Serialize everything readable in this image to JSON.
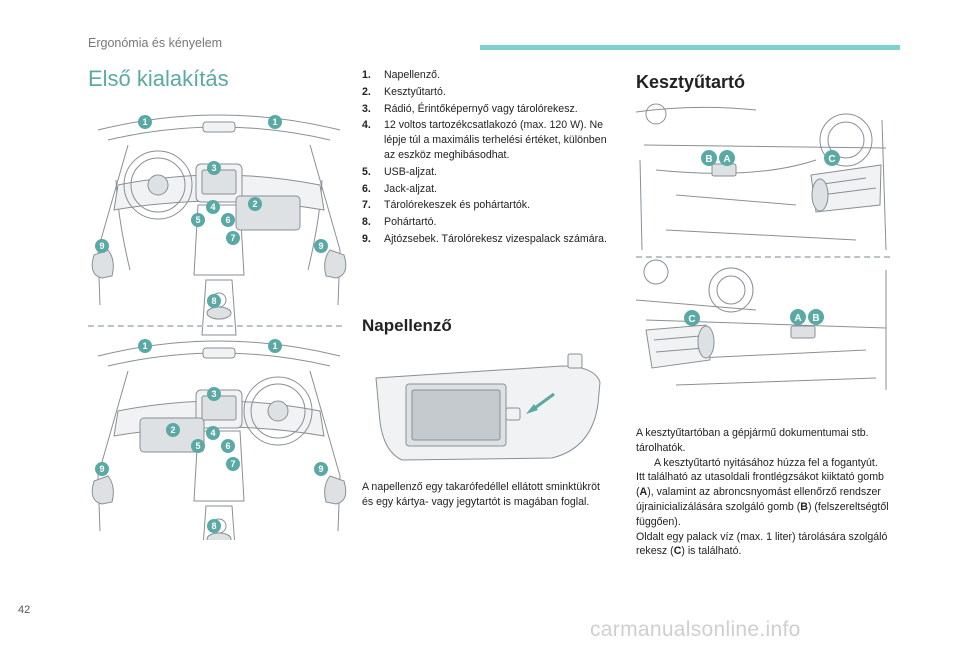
{
  "header": {
    "section_label": "Ergonómia és kényelem"
  },
  "page": {
    "number": "42",
    "watermark": "carmanualsonline.info"
  },
  "main_title": "Első kialakítás",
  "items": [
    {
      "num": "1.",
      "text": "Napellenző."
    },
    {
      "num": "2.",
      "text": "Kesztyűtartó."
    },
    {
      "num": "3.",
      "text": "Rádió, Érintőképernyő vagy tárolórekesz."
    },
    {
      "num": "4.",
      "text": "12 voltos tartozékcsatlakozó (max. 120 W). Ne lépje túl a maximális terhelési értéket, különben az eszköz meghibásodhat."
    },
    {
      "num": "5.",
      "text": "USB-aljzat."
    },
    {
      "num": "6.",
      "text": "Jack-aljzat."
    },
    {
      "num": "7.",
      "text": "Tárolórekeszek és pohártartók."
    },
    {
      "num": "8.",
      "text": "Pohártartó."
    },
    {
      "num": "9.",
      "text": "Ajtózsebek. Tárolórekesz vizespalack számára."
    }
  ],
  "sun_visor": {
    "title": "Napellenző",
    "text": "A napellenző egy takarófedéllel ellátott sminktükröt és egy kártya- vagy jegytartót is magában foglal."
  },
  "glovebox": {
    "title": "Kesztyűtartó",
    "p1": "A kesztyűtartóban a gépjármű dokumentumai stb. tárolhatók.",
    "bullet_icon": "",
    "bullet": "A kesztyűtartó nyitásához húzza fel a fogantyút.",
    "p2_a": "Itt található az utasoldali frontlégzsákot kiiktató gomb (",
    "p2_A": "A",
    "p2_b": "), valamint az abroncsnyomást ellenőrző rendszer újrainicializálására szolgáló gomb (",
    "p2_B": "B",
    "p2_c": ") (felszereltségtől függően).",
    "p3_a": "Oldalt egy palack víz (max. 1 liter) tárolására szolgáló rekesz (",
    "p3_C": "C",
    "p3_b": ") is található."
  },
  "diagram_labels": {
    "one": "1",
    "two": "2",
    "three": "3",
    "four": "4",
    "five": "5",
    "six": "6",
    "seven": "7",
    "eight": "8",
    "nine": "9",
    "A": "A",
    "B": "B",
    "C": "C"
  },
  "colors": {
    "accent": "#5aa9a4",
    "bar": "#7fd1cb",
    "dash": "#b9c3c9"
  }
}
